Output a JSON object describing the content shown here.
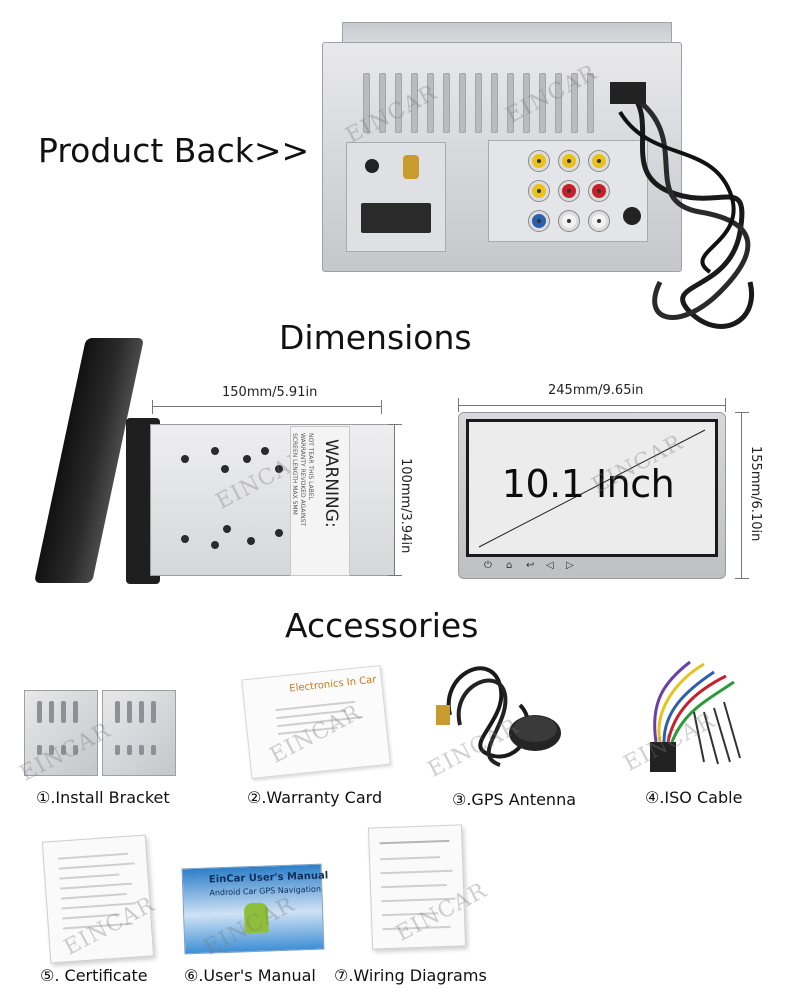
{
  "sections": {
    "product_back": "Product Back>>",
    "dimensions": "Dimensions",
    "accessories": "Accessories"
  },
  "dimensions": {
    "depth": "150mm/5.91in",
    "height": "100mm/3.94in",
    "width": "245mm/9.65in",
    "front_height": "155mm/6.10in",
    "screen_size": "10.1 Inch",
    "warning_title": "WARNING:",
    "warning_lines": [
      "NOT TEAR THIS LABEL",
      "WARRANTY REVOKED AGAINST",
      "SCREEN LENGTH MAX 5MM"
    ]
  },
  "watermark": "EINCAR",
  "accessories": [
    {
      "label": "①.Install Bracket"
    },
    {
      "label": "②.Warranty Card",
      "card_title": "Electronics In Car"
    },
    {
      "label": "③.GPS Antenna"
    },
    {
      "label": "④.ISO Cable"
    },
    {
      "label": "⑤. Certificate"
    },
    {
      "label": "⑥.User's Manual",
      "cover_title": "EinCar User's Manual",
      "cover_subtitle": "Android Car GPS Navigation"
    },
    {
      "label": "⑦.Wiring Diagrams"
    }
  ],
  "colors": {
    "rca_yellow": "#e8c21a",
    "rca_red": "#c8202a",
    "rca_white": "#f2f2f2",
    "rca_blue": "#2b5fb0",
    "antenna_gold": "#c99a2e"
  }
}
